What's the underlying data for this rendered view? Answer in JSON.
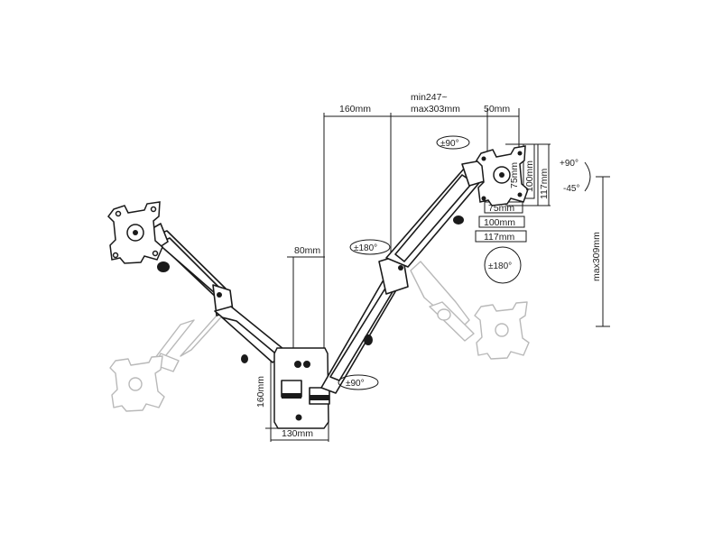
{
  "dimensions": {
    "top_160": "160mm",
    "top_min": "min247~",
    "top_max": "max303mm",
    "top_50": "50mm",
    "side_80": "80mm",
    "base_160": "160mm",
    "base_130": "130mm",
    "vesa_75_h": "75mm",
    "vesa_100_h": "100mm",
    "vesa_117_h": "117mm",
    "vesa_75_w": "75mm",
    "vesa_100_w": "100mm",
    "vesa_117_w": "117mm",
    "height_max": "max309mm"
  },
  "rotations": {
    "swivel_top": "±90°",
    "swivel_mid": "±180°",
    "rotate_head": "±180°",
    "swivel_base": "±90°",
    "tilt_up": "+90°",
    "tilt_down": "-45°"
  }
}
